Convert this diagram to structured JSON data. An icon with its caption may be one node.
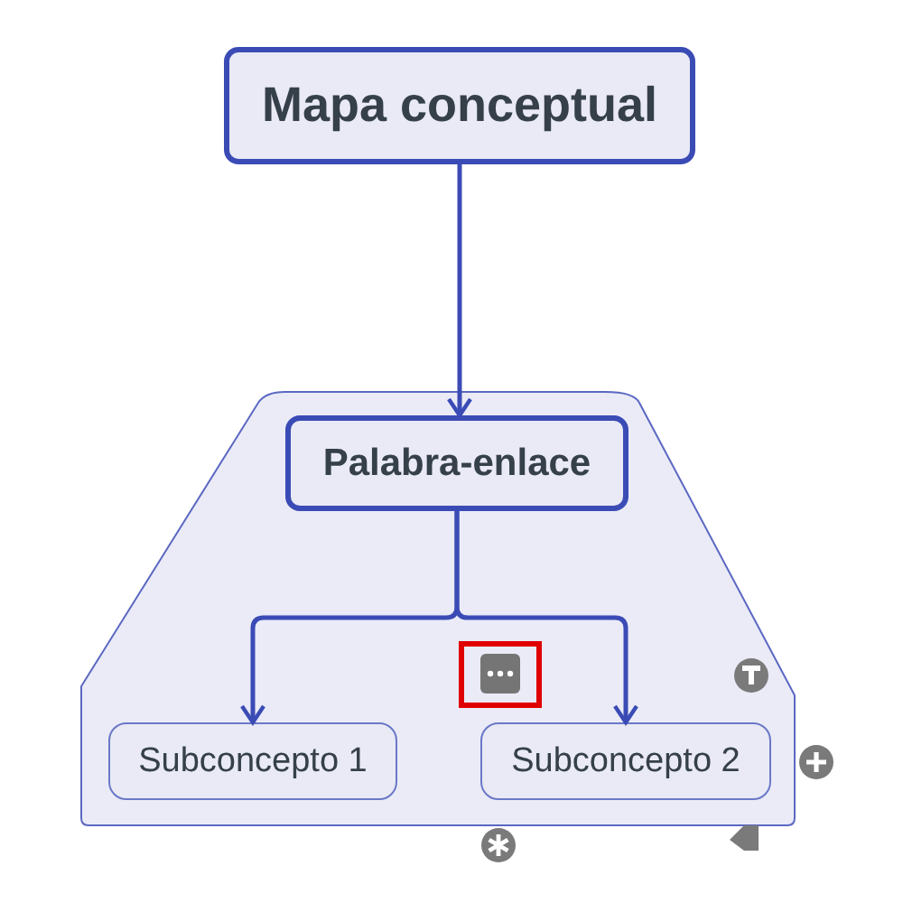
{
  "diagram": {
    "nodes": [
      {
        "text": [
          "Mapa conceptual"
        ]
      },
      {
        "text": [],
        "shape": "trapezoid"
      },
      {
        "text": [
          "Palabra-enlace"
        ],
        "in": 1
      },
      {
        "text": [
          "Subconcepto 1"
        ],
        "in": 1
      },
      {
        "text": [
          "Subconcepto 2"
        ],
        "in": 1
      }
    ],
    "edges": [
      {
        "from": 0,
        "to": 2,
        "arrow": "to"
      },
      {
        "from": 2,
        "to": 3,
        "arrow": "to"
      },
      {
        "from": 2,
        "to": 4,
        "arrow": "to"
      }
    ]
  }
}
